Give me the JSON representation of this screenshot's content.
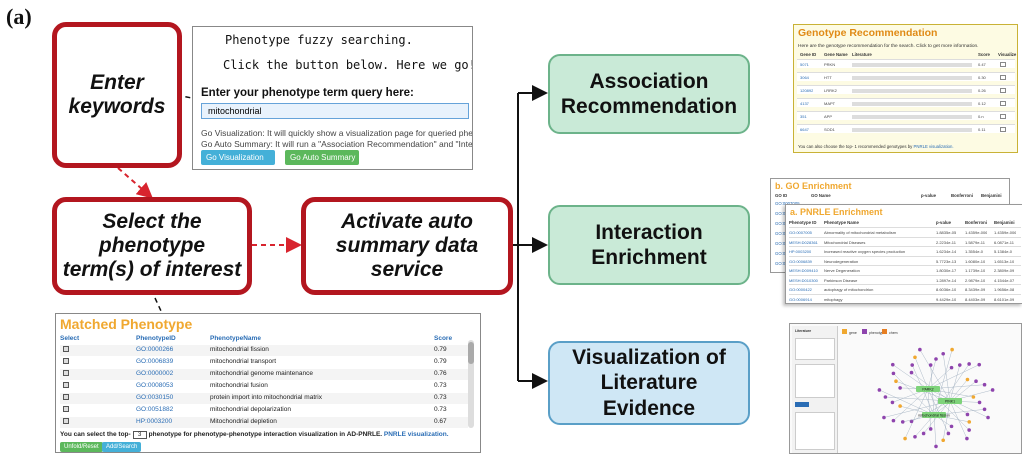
{
  "panel_label": "(a)",
  "steps": {
    "enter_keywords": [
      "Enter",
      "keywords"
    ],
    "select_phenotype": [
      "Select the",
      "phenotype",
      "term(s) of interest"
    ],
    "activate_summary": [
      "Activate auto",
      "summary data",
      "service"
    ]
  },
  "results": {
    "association": [
      "Association",
      "Recommendation"
    ],
    "interaction": [
      "Interaction",
      "Enrichment"
    ],
    "visualization": [
      "Visualization of",
      "Literature",
      "Evidence"
    ]
  },
  "search_screen": {
    "line1": "Phenotype fuzzy searching.",
    "line2": "Click the button below. Here we go!",
    "query_label": "Enter your phenotype term query here:",
    "query_value": "mitochondrial",
    "desc1": "Go Visualization: It will quickly show a visualization page for queried phenotype or g",
    "desc2": "Go Auto Summary: It will run a \"Association Recommendation\" and \"Interaction Enri",
    "btn_visualization": "Go Visualization",
    "btn_summary": "Go Auto Summary"
  },
  "matched_phenotype": {
    "title": "Matched Phenotype",
    "headers": {
      "select": "Select",
      "id": "PhenotypeID",
      "name": "PhenotypeName",
      "score": "Score"
    },
    "rows": [
      {
        "id": "GO:0000266",
        "name": "mitochondrial fission",
        "score": "0.79"
      },
      {
        "id": "GO:0006839",
        "name": "mitochondrial transport",
        "score": "0.79"
      },
      {
        "id": "GO:0000002",
        "name": "mitochondrial genome maintenance",
        "score": "0.76"
      },
      {
        "id": "GO:0008053",
        "name": "mitochondrial fusion",
        "score": "0.73"
      },
      {
        "id": "GO:0030150",
        "name": "protein import into mitochondrial matrix",
        "score": "0.73"
      },
      {
        "id": "GO:0051882",
        "name": "mitochondrial depolarization",
        "score": "0.73"
      },
      {
        "id": "HP:0003200",
        "name": "Mitochondrial depletion",
        "score": "0.67"
      }
    ],
    "footer_prefix": "You can select the top-",
    "footer_topn": "3",
    "footer_suffix": "phenotype for phenotype-phenotype interaction visualization in AD-PNRLE.",
    "footer_link": "PNRLE visualization.",
    "btn_unselect": "Unfold/Reset",
    "btn_submit": "Add/Search"
  },
  "genotype_screen": {
    "title": "Genotype Recommendation",
    "desc": "Here are the genotype recommendation for the search. Click to get more information.",
    "headers": [
      "Gene ID",
      "Gene Name",
      "Literature",
      "Score",
      "Visualize"
    ],
    "rows": [
      {
        "id": "5071",
        "name": "PRKN",
        "score": "0.47"
      },
      {
        "id": "3064",
        "name": "HTT",
        "score": "0.30"
      },
      {
        "id": "120892",
        "name": "LRRK2",
        "score": "0.26"
      },
      {
        "id": "4137",
        "name": "MAPT",
        "score": "0.12"
      },
      {
        "id": "351",
        "name": "APP",
        "score": "0.n"
      },
      {
        "id": "6647",
        "name": "SOD1",
        "score": "0.11"
      }
    ],
    "footer": "You can also choose the top-",
    "footer_topn": "1",
    "footer_suffix": "recommended genotypes by",
    "footer_link": "PNRLE visualization."
  },
  "go_screen": {
    "title": "b. GO Enrichment",
    "headers": [
      "GO ID",
      "GO Name",
      "p-value",
      "Bonferroni",
      "Benjamini"
    ],
    "ids": [
      "GO:0007005",
      "GO:0006839",
      "GO:0006626",
      "GO:0007006",
      "GO:0000266",
      "GO:0006852",
      "GO:0005739"
    ]
  },
  "pnrle_screen": {
    "title": "a. PNRLE Enrichment",
    "headers": [
      "Phenotype ID",
      "Phenotype Name",
      "p-value",
      "Bonferroni",
      "Benjamini"
    ],
    "rows": [
      {
        "id": "GO:0007005",
        "name": "Abnormality of mitochondrial metabolism",
        "p": "1.8835e-05",
        "bf": "1.4359e-006",
        "bj": "1.4359e-006"
      },
      {
        "id": "MESH:D028361",
        "name": "Mitochondrial Diseases",
        "p": "2.2234e-11",
        "bf": "1.5879e-11",
        "bj": "6.0871e-11"
      },
      {
        "id": "HP:0003200",
        "name": "Increased reactive oxygen species production",
        "p": "1.6234e-14",
        "bf": "1.3554e-0",
        "bj": "5.1384e-0"
      },
      {
        "id": "GO:0006839",
        "name": "Neurodegeneration",
        "p": "5.7723e-13",
        "bf": "1.6080e-10",
        "bj": "1.6513e-10"
      },
      {
        "id": "MESH:D009410",
        "name": "Nerve Degeneration",
        "p": "1.8030e-17",
        "bf": "1.1739e-10",
        "bj": "2.3809e-09"
      },
      {
        "id": "MESH:D010300",
        "name": "Parkinson Disease",
        "p": "1.2897e-14",
        "bf": "2.9879e-10",
        "bj": "4.1544e-07"
      },
      {
        "id": "GO:0000422",
        "name": "autophagy of mitochondrion",
        "p": "8.6036e-10",
        "bf": "8.3439e-09",
        "bj": "1.9656e-08"
      },
      {
        "id": "GO:0006914",
        "name": "mitophagy",
        "p": "9.4429e-10",
        "bf": "8.4403e-09",
        "bj": "8.6101e-09"
      }
    ]
  },
  "network_screen": {
    "panel_title": "Literature",
    "legend": [
      "gene",
      "phenotype",
      "chem"
    ],
    "node_labels": [
      "PARK2",
      "PINK1",
      "mitochondrial fission"
    ]
  }
}
